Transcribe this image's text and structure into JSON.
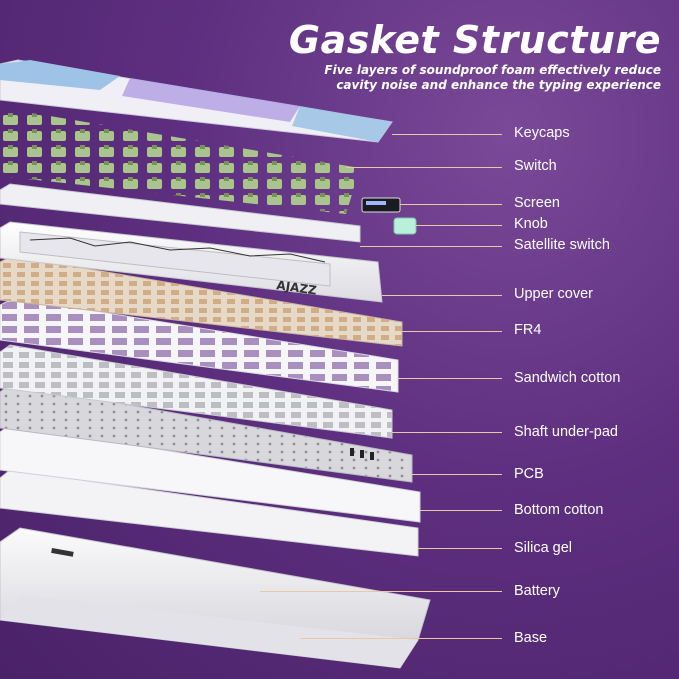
{
  "header": {
    "title": "Gasket Structure",
    "subtitle": "Five layers of soundproof foam effectively reduce cavity noise and enhance the typing experience"
  },
  "brand": {
    "logo_text": "AJAZZ"
  },
  "layers": [
    {
      "label": "Keycaps"
    },
    {
      "label": "Switch"
    },
    {
      "label": "Screen"
    },
    {
      "label": "Knob"
    },
    {
      "label": "Satellite switch"
    },
    {
      "label": "Upper cover"
    },
    {
      "label": "FR4"
    },
    {
      "label": "Sandwich cotton"
    },
    {
      "label": "Shaft under-pad"
    },
    {
      "label": "PCB"
    },
    {
      "label": "Bottom cotton"
    },
    {
      "label": "Silica gel"
    },
    {
      "label": "Battery"
    },
    {
      "label": "Base"
    }
  ],
  "colors": {
    "background": "#5e2f80",
    "leader": "#e8c9a4",
    "keycap_white": "#f1eff6",
    "keycap_lavender": "#b7a6e6",
    "keycap_blue": "#9fc3e6",
    "switch_green": "#a9c48c",
    "plate_white": "#f4f4f6",
    "pcb_gray": "#c9c9cc"
  }
}
